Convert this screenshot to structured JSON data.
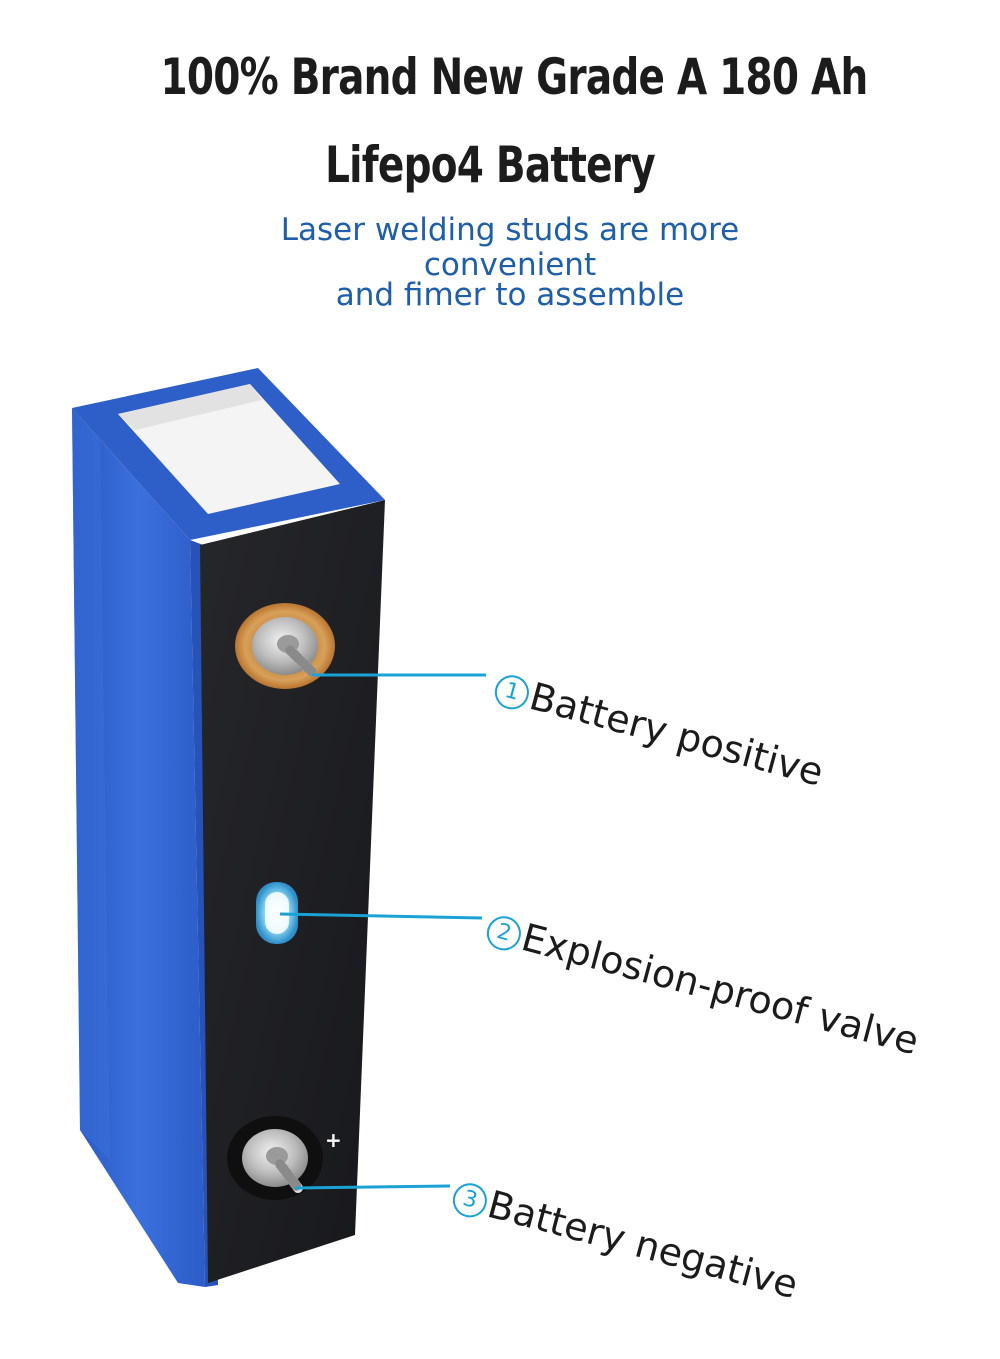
{
  "heading": {
    "line1": "100% Brand New Grade A 180 Ah",
    "line2": "Lifepo4 Battery"
  },
  "subheading": {
    "line1": "Laser welding studs are more",
    "line2": "convenient",
    "line3": "and fimer to assemble"
  },
  "callouts": [
    {
      "number": "1",
      "label": "Battery positive"
    },
    {
      "number": "2",
      "label": "Explosion-proof valve"
    },
    {
      "number": "3",
      "label": "Battery negative"
    }
  ],
  "terminal_mark": "+",
  "colors": {
    "title": "#1c1c1c",
    "subtitle": "#1f5ea8",
    "callout_line": "#1aa2d6",
    "battery_blue": "#2f63cf",
    "battery_face": "#1e1f22"
  }
}
